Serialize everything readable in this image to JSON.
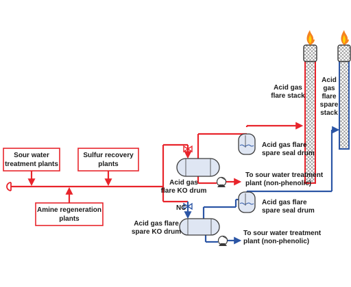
{
  "colors": {
    "red": "#e8242b",
    "blue": "#2b55a5",
    "box_border": "#e8242b",
    "vessel_fill": "#dfe6f3",
    "vessel_stroke": "#3a3a3a",
    "flame_outer": "#f58220",
    "flame_inner": "#ffd200"
  },
  "boxes": {
    "sour_water": [
      "Sour water",
      "treatment plants"
    ],
    "sulfur_recovery": [
      "Sulfur recovery",
      "plants"
    ],
    "amine_regen": [
      "Amine regeneration",
      "plants"
    ]
  },
  "labels": {
    "acid_gas_flare_stack": [
      "Acid gas",
      "flare stack"
    ],
    "acid_gas_flare_spare_stack": [
      "Acid",
      "gas",
      "flare",
      "spare",
      "stack"
    ],
    "seal_drum_top": [
      "Acid gas flare",
      "spare seal drum"
    ],
    "seal_drum_bottom": [
      "Acid gas flare",
      "spare seal drum"
    ],
    "ko_drum": [
      "Acid gas",
      "flare KO drum"
    ],
    "spare_ko_drum": [
      "Acid gas flare",
      "spare KO drum"
    ],
    "sour_water_top": [
      "To sour water treatment",
      "plant (non-phenolic)"
    ],
    "sour_water_bottom": [
      "To sour water treatment",
      "plant (non-phenolic)"
    ],
    "nc": "NC"
  }
}
